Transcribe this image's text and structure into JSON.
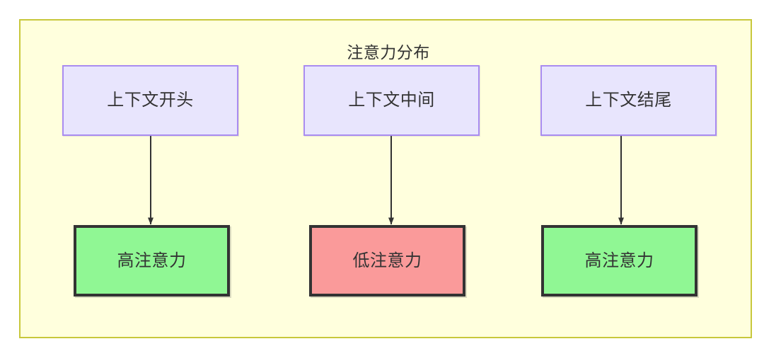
{
  "diagram": {
    "title": "注意力分布",
    "frame": {
      "fill_color": "#ffffdd",
      "border_color": "#c8c83c"
    },
    "context_nodes": [
      {
        "id": "context-start",
        "label": "上下文开头",
        "fill_color": "#e8e5fd",
        "border_color": "#a98cf0"
      },
      {
        "id": "context-middle",
        "label": "上下文中间",
        "fill_color": "#e8e5fd",
        "border_color": "#a98cf0"
      },
      {
        "id": "context-end",
        "label": "上下文结尾",
        "fill_color": "#e8e5fd",
        "border_color": "#a98cf0"
      }
    ],
    "attention_nodes": [
      {
        "id": "attention-high-start",
        "label": "高注意力",
        "fill_color": "#90f794",
        "border_color": "#333333"
      },
      {
        "id": "attention-low-middle",
        "label": "低注意力",
        "fill_color": "#fa9a9a",
        "border_color": "#333333"
      },
      {
        "id": "attention-high-end",
        "label": "高注意力",
        "fill_color": "#90f794",
        "border_color": "#333333"
      }
    ],
    "edges": [
      {
        "from": "上下文开头",
        "to": "高注意力",
        "marker": "arrow-head"
      },
      {
        "from": "上下文中间",
        "to": "低注意力",
        "marker": "arrow-head"
      },
      {
        "from": "上下文结尾",
        "to": "高注意力",
        "marker": "arrow-head"
      }
    ]
  }
}
